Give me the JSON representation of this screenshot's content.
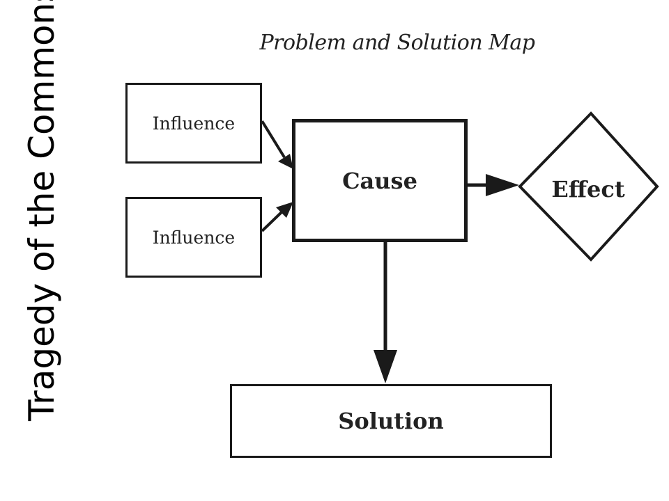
{
  "side_title": "Tragedy of the Commons",
  "diagram": {
    "title": "Problem and Solution Map",
    "nodes": {
      "influence_1": "Influence",
      "influence_2": "Influence",
      "cause": "Cause",
      "effect": "Effect",
      "solution": "Solution"
    },
    "edges": [
      {
        "from": "influence_1",
        "to": "cause"
      },
      {
        "from": "influence_2",
        "to": "cause"
      },
      {
        "from": "cause",
        "to": "effect"
      },
      {
        "from": "cause",
        "to": "solution"
      }
    ]
  }
}
